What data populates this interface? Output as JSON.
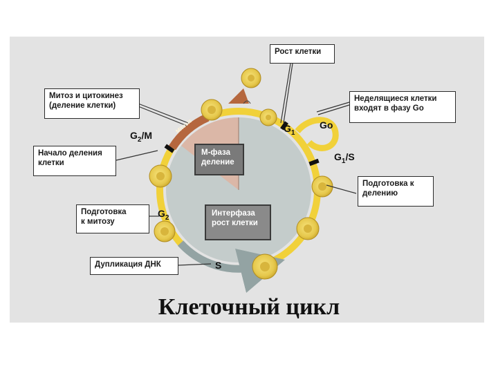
{
  "title": "Клеточный цикл",
  "boxes": {
    "growth": "Рост клетки",
    "mitosis_cytokinesis": "Митоз и цитокинез\n(деление клетки)",
    "non_dividing": "Неделящиеся клетки\nвходят в фазу Go",
    "division_start": "Начало деления\nклетки",
    "prep_division": "Подготовка к\nделению",
    "prep_mitosis": "Подготовка\nк митозу",
    "dna_duplication": "Дупликация ДНК"
  },
  "center": {
    "m_phase": "М-фаза\nделение",
    "interphase": "Интерфаза\nрост клетки"
  },
  "phases": {
    "g2m_main": "G",
    "g2m_sub": "2",
    "g2m_rest": "/M",
    "g1_main": "G",
    "g1_sub": "1",
    "go": "Go",
    "g1s_main": "G",
    "g1s_sub": "1",
    "g1s_rest": "/S",
    "g2_main": "G",
    "g2_sub": "2",
    "s": "S",
    "mitosis_arc": "Mitosis"
  },
  "colors": {
    "ring_yellow": "#f1d13a",
    "ring_gray": "#93a3a3",
    "mitosis_arc": "#b5673e",
    "pie_m": "#dcb5a4",
    "disc": "#c4cccb",
    "cell_fill": "#ecd060"
  }
}
